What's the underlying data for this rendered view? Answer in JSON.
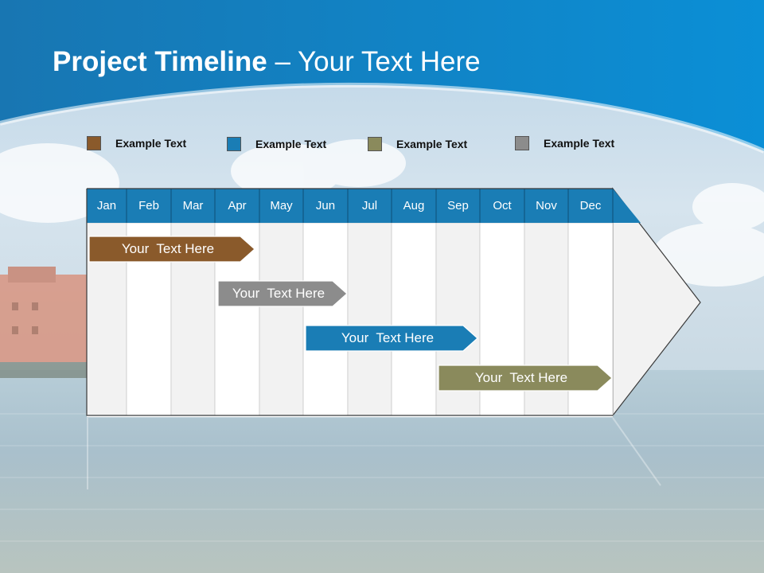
{
  "slide": {
    "title_bold": "Project Timeline",
    "title_rest": " – Your Text Here"
  },
  "colors": {
    "brown": "#8a5a2b",
    "blue": "#1a7db5",
    "olive": "#8a8a5c",
    "gray": "#8c8c8c",
    "header": "#1a7db5"
  },
  "legend": [
    {
      "label": "Example Text",
      "color": "#8a5a2b"
    },
    {
      "label": "Example Text",
      "color": "#1a7db5"
    },
    {
      "label": "Example Text",
      "color": "#8a8a5c"
    },
    {
      "label": "Example Text",
      "color": "#8c8c8c"
    }
  ],
  "months": [
    "Jan",
    "Feb",
    "Mar",
    "Apr",
    "May",
    "Jun",
    "Jul",
    "Aug",
    "Sep",
    "Oct",
    "Nov",
    "Dec"
  ],
  "tasks": [
    {
      "label": "Your  Text Here",
      "color": "#8a5a2b"
    },
    {
      "label": "Your  Text Here",
      "color": "#8c8c8c"
    },
    {
      "label": "Your  Text Here",
      "color": "#1a7db5"
    },
    {
      "label": "Your  Text Here",
      "color": "#8a8a5c"
    }
  ]
}
